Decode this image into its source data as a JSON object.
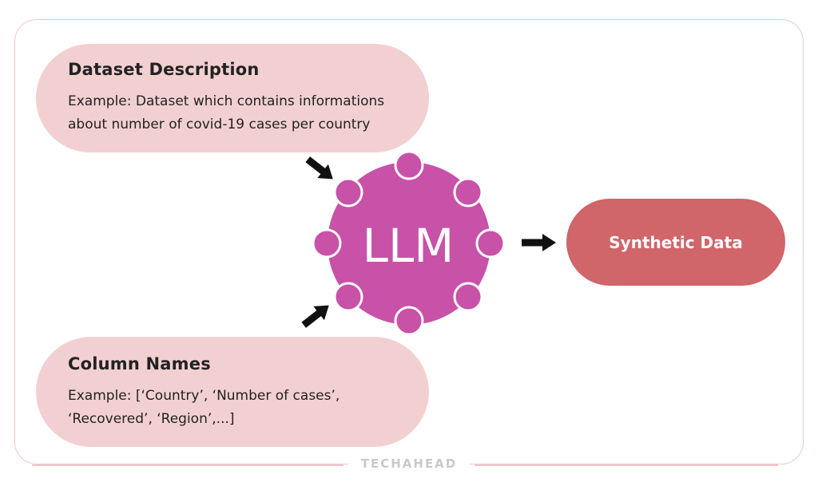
{
  "dataset_description": {
    "title": "Dataset Description",
    "text": "Example: Dataset which contains informations\nabout number of covid-19 cases per country"
  },
  "column_names": {
    "title": "Column Names",
    "text": "Example: [‘Country’, ‘Number of cases’,\n‘Recovered’, ‘Region’,...]"
  },
  "llm": {
    "label": "LLM"
  },
  "output": {
    "label": "Synthetic Data"
  },
  "brand": "TECHAHEAD",
  "colors": {
    "pill": "#f2d0d2",
    "llm": "#c852a8",
    "output": "#d0656a",
    "frame": "#efc6cc",
    "arrow": "#111111"
  },
  "icons": [
    "arrow-right-icon",
    "arrow-down-right-icon",
    "arrow-up-right-icon"
  ]
}
